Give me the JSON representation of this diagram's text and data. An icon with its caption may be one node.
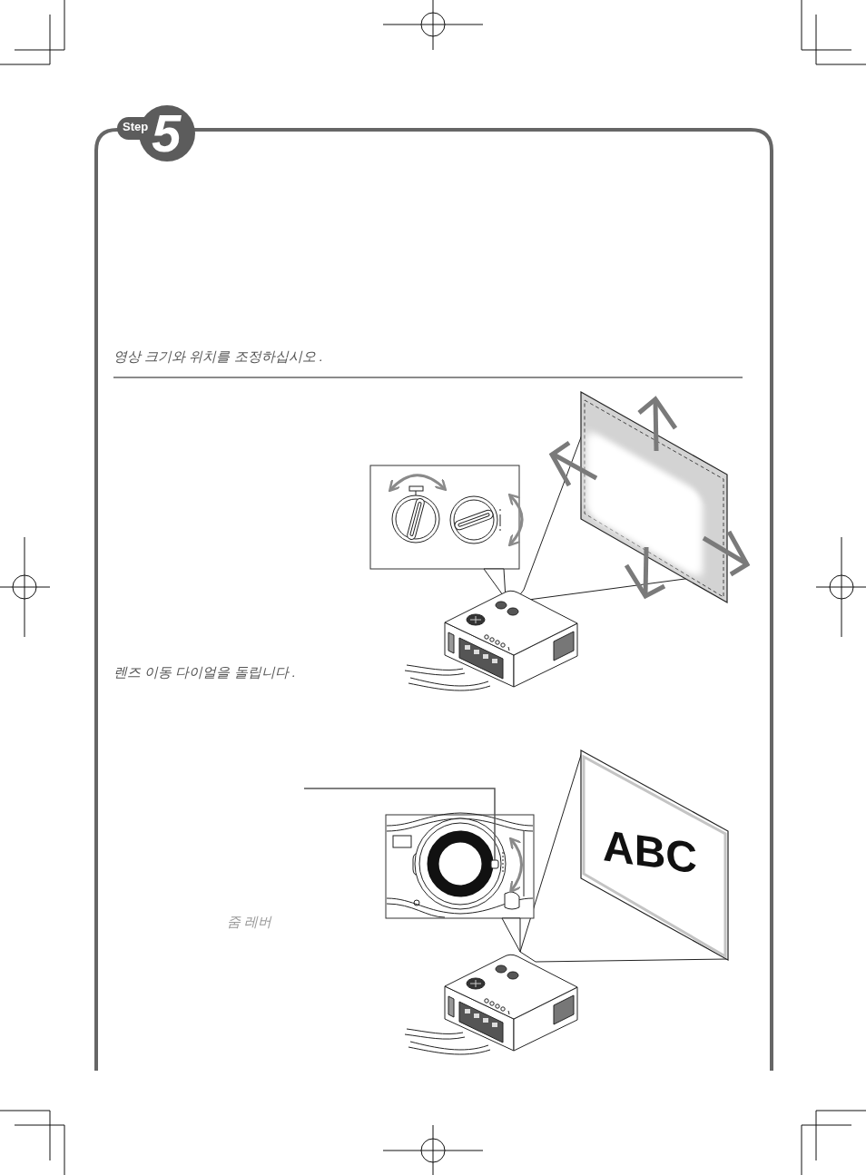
{
  "diagram": {
    "nodes": [
      {
        "text": [
          "Step",
          "5"
        ]
      },
      {
        "text": [],
        "shape": "box"
      }
    ],
    "edges": [
      {
        "from": null,
        "to": 1,
        "arrow": "none"
      }
    ],
    "labels": [
      "영상 크기와 위치를 조정하십시오 .",
      "렌즈 이동 다이얼을 돌립니다 .",
      "ABC",
      "줌 레버"
    ]
  }
}
